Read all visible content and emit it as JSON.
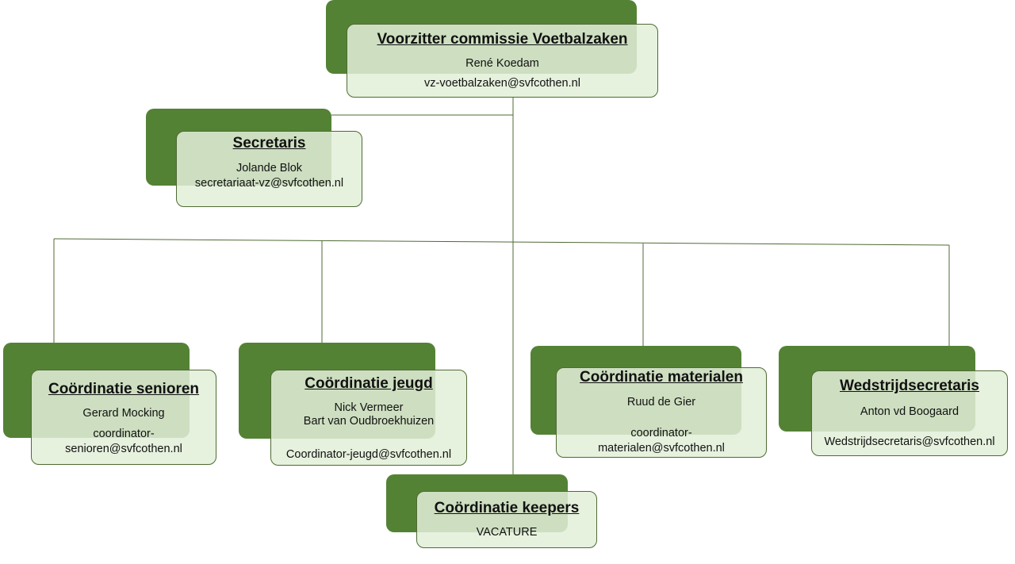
{
  "org_chart": {
    "chair": {
      "title": "Voorzitter commissie Voetbalzaken",
      "name": "René Koedam",
      "email": "vz-voetbalzaken@svfcothen.nl"
    },
    "secretary": {
      "title": "Secretaris",
      "name": "Jolande Blok",
      "email": "secretariaat-vz@svfcothen.nl"
    },
    "seniors": {
      "title": "Coördinatie senioren",
      "name": "Gerard Mocking",
      "email_line1": "coordinator-",
      "email_line2": "senioren@svfcothen.nl"
    },
    "youth": {
      "title": "Coördinatie jeugd",
      "name1": "Nick Vermeer",
      "name2": "Bart van Oudbroekhuizen",
      "email": "Coordinator-jeugd@svfcothen.nl"
    },
    "materials": {
      "title": "Coördinatie materialen",
      "name": "Ruud de Gier",
      "email_line1": "coordinator-",
      "email_line2": "materialen@svfcothen.nl"
    },
    "match_secretary": {
      "title": "Wedstrijdsecretaris",
      "name": "Anton vd Boogaard",
      "email": "Wedstrijdsecretaris@svfcothen.nl"
    },
    "keepers": {
      "title": "Coördinatie keepers",
      "status": "VACATURE"
    }
  },
  "colors": {
    "shadow_green": "#548235",
    "card_fill": "#e2efd9",
    "border": "#4f6b34"
  }
}
